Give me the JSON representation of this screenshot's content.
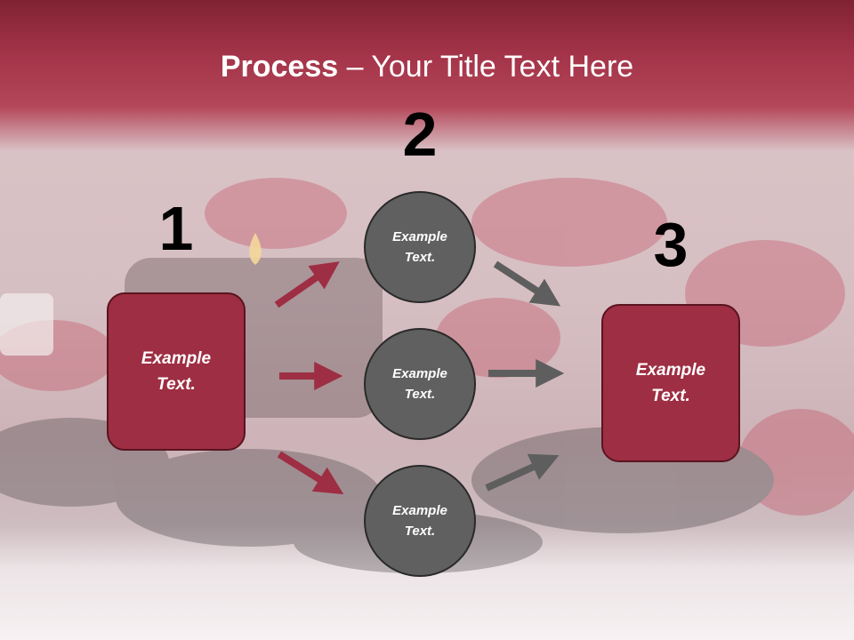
{
  "slide": {
    "title_bold": "Process",
    "title_rest": " – Your Title Text Here"
  },
  "steps": [
    {
      "number": "1",
      "label": "Example\nText."
    },
    {
      "number": "2"
    },
    {
      "number": "3",
      "label": "Example\nText."
    }
  ],
  "circles": [
    {
      "label": "Example\nText."
    },
    {
      "label": "Example\nText."
    },
    {
      "label": "Example\nText."
    }
  ],
  "colors": {
    "box_fill": "#9e2e43",
    "circle_fill": "#606060",
    "red_arrow": "#9e2e43",
    "gray_arrow": "#5e5e5e",
    "title_band": "#a33348"
  }
}
